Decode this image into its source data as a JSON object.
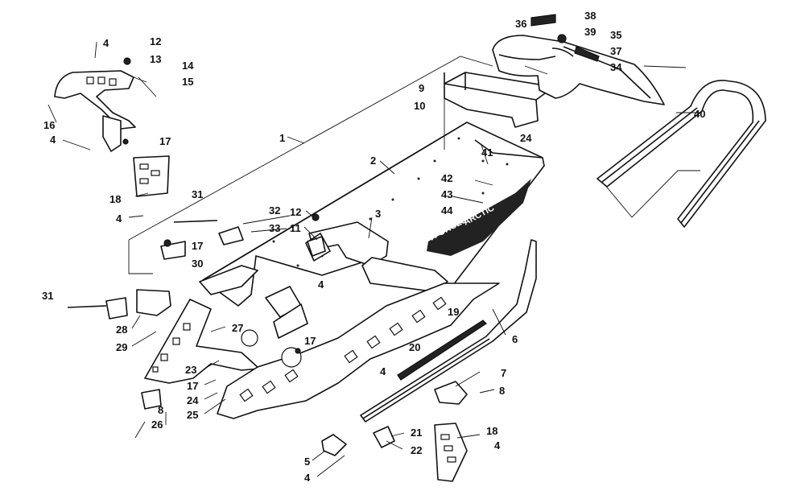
{
  "callouts": [
    {
      "id": "c1",
      "label": "1"
    },
    {
      "id": "c2",
      "label": "2"
    },
    {
      "id": "c3",
      "label": "3"
    },
    {
      "id": "c4a",
      "label": "4"
    },
    {
      "id": "c4b",
      "label": "4"
    },
    {
      "id": "c4c",
      "label": "4"
    },
    {
      "id": "c4d",
      "label": "4"
    },
    {
      "id": "c4e",
      "label": "4"
    },
    {
      "id": "c4f",
      "label": "4"
    },
    {
      "id": "c4g",
      "label": "4"
    },
    {
      "id": "c5",
      "label": "5"
    },
    {
      "id": "c6",
      "label": "6"
    },
    {
      "id": "c7",
      "label": "7"
    },
    {
      "id": "c8a",
      "label": "8"
    },
    {
      "id": "c8b",
      "label": "8"
    },
    {
      "id": "c9",
      "label": "9"
    },
    {
      "id": "c10",
      "label": "10"
    },
    {
      "id": "c11",
      "label": "11"
    },
    {
      "id": "c12a",
      "label": "12"
    },
    {
      "id": "c12b",
      "label": "12"
    },
    {
      "id": "c13",
      "label": "13"
    },
    {
      "id": "c14",
      "label": "14"
    },
    {
      "id": "c15",
      "label": "15"
    },
    {
      "id": "c16",
      "label": "16"
    },
    {
      "id": "c17a",
      "label": "17"
    },
    {
      "id": "c17b",
      "label": "17"
    },
    {
      "id": "c17c",
      "label": "17"
    },
    {
      "id": "c17d",
      "label": "17"
    },
    {
      "id": "c18a",
      "label": "18"
    },
    {
      "id": "c18b",
      "label": "18"
    },
    {
      "id": "c19",
      "label": "19"
    },
    {
      "id": "c20",
      "label": "20"
    },
    {
      "id": "c21",
      "label": "21"
    },
    {
      "id": "c22",
      "label": "22"
    },
    {
      "id": "c23",
      "label": "23"
    },
    {
      "id": "c24a",
      "label": "24"
    },
    {
      "id": "c24b",
      "label": "24"
    },
    {
      "id": "c25",
      "label": "25"
    },
    {
      "id": "c26",
      "label": "26"
    },
    {
      "id": "c27",
      "label": "27"
    },
    {
      "id": "c28",
      "label": "28"
    },
    {
      "id": "c29",
      "label": "29"
    },
    {
      "id": "c30",
      "label": "30"
    },
    {
      "id": "c31a",
      "label": "31"
    },
    {
      "id": "c31b",
      "label": "31"
    },
    {
      "id": "c32",
      "label": "32"
    },
    {
      "id": "c33",
      "label": "33"
    },
    {
      "id": "c34",
      "label": "34"
    },
    {
      "id": "c35",
      "label": "35"
    },
    {
      "id": "c36",
      "label": "36"
    },
    {
      "id": "c37",
      "label": "37"
    },
    {
      "id": "c38",
      "label": "38"
    },
    {
      "id": "c39",
      "label": "39"
    },
    {
      "id": "c40",
      "label": "40"
    },
    {
      "id": "c41",
      "label": "41"
    },
    {
      "id": "c42",
      "label": "42"
    },
    {
      "id": "c43",
      "label": "43"
    },
    {
      "id": "c44",
      "label": "44"
    }
  ],
  "decal": {
    "text": "VFORCE3",
    "logo_text": "ARCTIC"
  }
}
